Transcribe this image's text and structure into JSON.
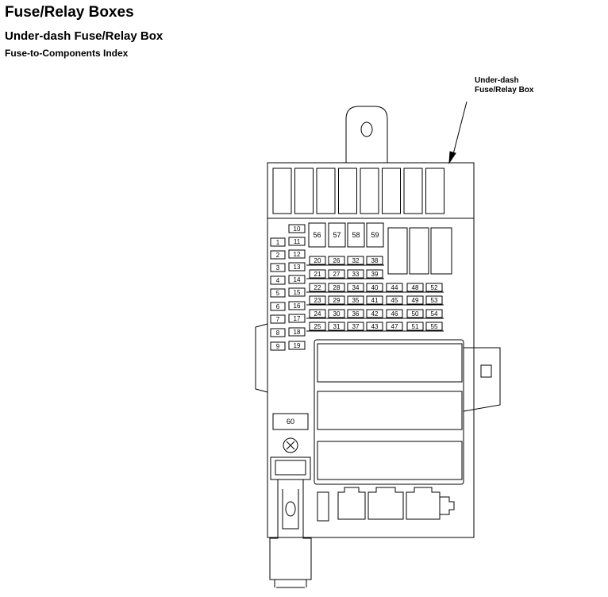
{
  "header": {
    "title": "Fuse/Relay Boxes",
    "subtitle": "Under-dash Fuse/Relay Box",
    "section": "Fuse-to-Components Index"
  },
  "callout": {
    "line1": "Under-dash",
    "line2": "Fuse/Relay Box"
  },
  "fuses": {
    "left_column": [
      "1",
      "2",
      "3",
      "4",
      "5",
      "6",
      "7",
      "8",
      "9"
    ],
    "second_column": [
      "10",
      "11",
      "12",
      "13",
      "14",
      "15",
      "16",
      "17",
      "18",
      "19"
    ],
    "top_large": [
      "56",
      "57",
      "58",
      "59"
    ],
    "grid_columns": [
      [
        "20",
        "21",
        "22",
        "23",
        "24",
        "25"
      ],
      [
        "26",
        "27",
        "28",
        "29",
        "30",
        "31"
      ],
      [
        "32",
        "33",
        "34",
        "35",
        "36",
        "37"
      ],
      [
        "38",
        "39",
        "40",
        "41",
        "42",
        "43"
      ],
      [
        "44",
        "45",
        "46",
        "47"
      ],
      [
        "48",
        "49",
        "50",
        "51"
      ],
      [
        "52",
        "53",
        "54",
        "55"
      ]
    ],
    "bottom": "60"
  }
}
